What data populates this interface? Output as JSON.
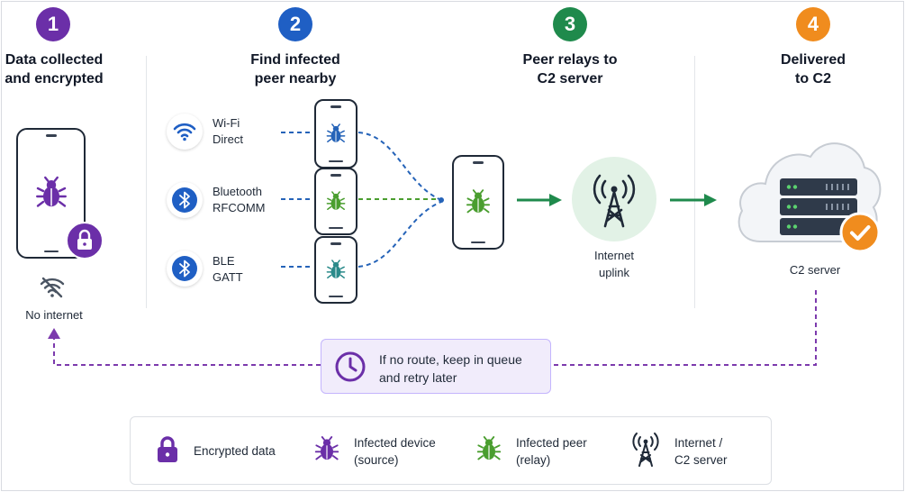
{
  "steps": [
    {
      "number": "1",
      "title_line1": "Data collected",
      "title_line2": "and encrypted",
      "color": "#6b2fa8"
    },
    {
      "number": "2",
      "title_line1": "Find infected",
      "title_line2": "peer nearby",
      "color": "#1f5fc4"
    },
    {
      "number": "3",
      "title_line1": "Peer relays to",
      "title_line2": "C2 server",
      "color": "#1f8a4c"
    },
    {
      "number": "4",
      "title_line1": "Delivered",
      "title_line2": "to C2",
      "color": "#f08c1e"
    }
  ],
  "source": {
    "no_internet_label": "No internet"
  },
  "channels": [
    {
      "line1": "Wi-Fi",
      "line2": "Direct",
      "icon": "wifi-icon"
    },
    {
      "line1": "Bluetooth",
      "line2": "RFCOMM",
      "icon": "bluetooth-icon"
    },
    {
      "line1": "BLE",
      "line2": "GATT",
      "icon": "bluetooth-icon"
    }
  ],
  "relay": {
    "uplink_line1": "Internet",
    "uplink_line2": "uplink"
  },
  "server": {
    "label": "C2 server"
  },
  "queue": {
    "line1": "If no route, keep in queue",
    "line2": "and retry later"
  },
  "legend": [
    {
      "line1": "Encrypted data",
      "line2": "",
      "icon": "lock-icon"
    },
    {
      "line1": "Infected device",
      "line2": "(source)",
      "icon": "bug-icon"
    },
    {
      "line1": "Infected peer",
      "line2": "(relay)",
      "icon": "bug-icon"
    },
    {
      "line1": "Internet /",
      "line2": "C2 server",
      "icon": "antenna-icon"
    }
  ],
  "colors": {
    "purple": "#6b2fa8",
    "blue": "#1f5fc4",
    "green": "#1f8a4c",
    "orange": "#f08c1e",
    "bug_source": "#6b2fa8",
    "bug_wifi": "#2563b8",
    "bug_relay": "#4a9e2f",
    "bug_ble": "#2a8a8a"
  }
}
